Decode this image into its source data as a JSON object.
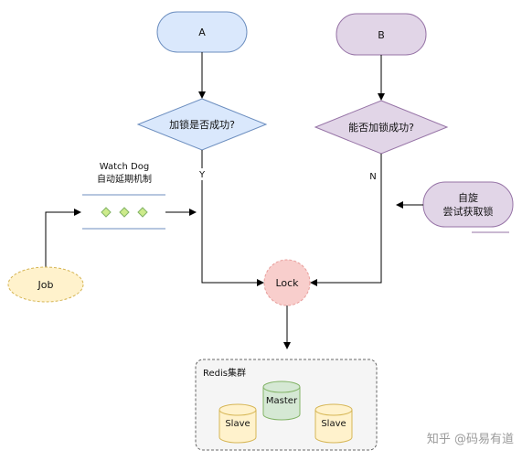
{
  "nodes": {
    "a": {
      "label": "A",
      "fill": "#dae8fc",
      "stroke": "#6c8ebf"
    },
    "b": {
      "label": "B",
      "fill": "#e1d5e7",
      "stroke": "#9673a6"
    },
    "decision_a": {
      "label": "加锁是否成功?",
      "fill": "#dae8fc",
      "stroke": "#6c8ebf"
    },
    "decision_b": {
      "label": "能否加锁成功?",
      "fill": "#e1d5e7",
      "stroke": "#9673a6"
    },
    "lock": {
      "label": "Lock",
      "fill": "#f8cecc",
      "stroke": "#e89e9b"
    },
    "job": {
      "label": "Job",
      "fill": "#fff2cc",
      "stroke": "#d6b656"
    },
    "spin": {
      "line1": "自旋",
      "line2": "尝试获取锁",
      "fill": "#e1d5e7",
      "stroke": "#9673a6"
    }
  },
  "edge_labels": {
    "yes": "Y",
    "no": "N"
  },
  "watchdog": {
    "title_line1": "Watch Dog",
    "title_line2": "自动延期机制",
    "diamond_fill": "#cdeb8b",
    "diamond_stroke": "#82b366"
  },
  "cluster": {
    "title": "Redis集群",
    "master": {
      "label": "Master",
      "fill": "#d5e8d4",
      "stroke": "#82b366"
    },
    "slaves": [
      {
        "label": "Slave",
        "fill": "#fff2cc",
        "stroke": "#d6b656"
      },
      {
        "label": "Slave",
        "fill": "#fff2cc",
        "stroke": "#d6b656"
      }
    ]
  },
  "watermark": "知乎 @码易有道"
}
